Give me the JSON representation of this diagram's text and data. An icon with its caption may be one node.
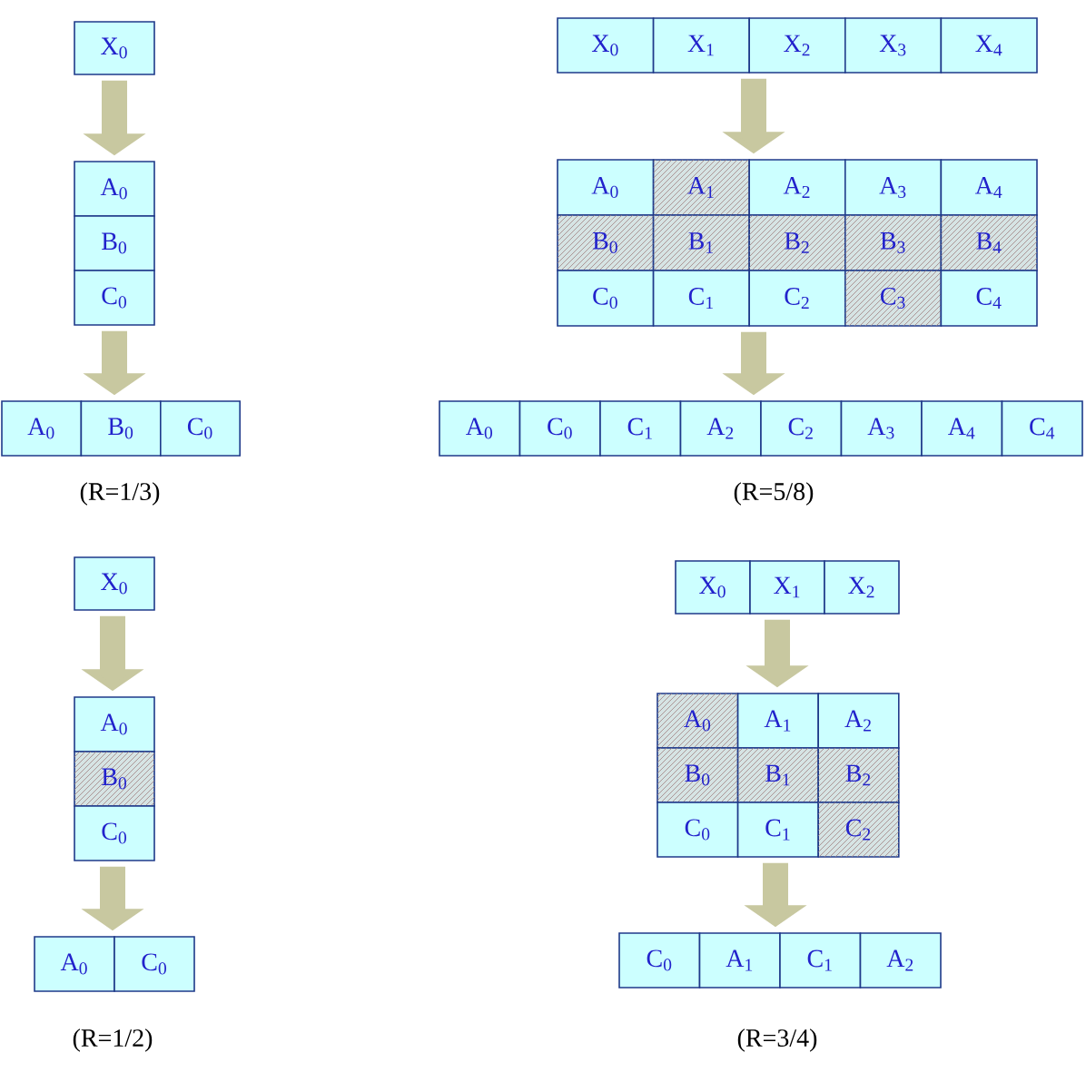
{
  "diagram": {
    "nodes": [
      {
        "text": [
          "X$_{0}$"
        ]
      },
      {
        "text": [
          "A$_{0}$"
        ]
      },
      {
        "text": [
          "B$_{0}$"
        ]
      },
      {
        "text": [
          "C$_{0}$"
        ]
      },
      {
        "text": [
          "A$_{0}$"
        ]
      },
      {
        "text": [
          "B$_{0}$"
        ]
      },
      {
        "text": [
          "C$_{0}$"
        ]
      },
      {
        "text": [
          "X$_{0}$"
        ]
      },
      {
        "text": [
          "X$_{1}$"
        ]
      },
      {
        "text": [
          "X$_{2}$"
        ]
      },
      {
        "text": [
          "X$_{3}$"
        ]
      },
      {
        "text": [
          "X$_{4}$"
        ]
      },
      {
        "text": [
          "A$_{0}$"
        ]
      },
      {
        "text": [
          "A$_{1}$"
        ]
      },
      {
        "text": [
          "A$_{2}$"
        ]
      },
      {
        "text": [
          "A$_{3}$"
        ]
      },
      {
        "text": [
          "A$_{4}$"
        ]
      },
      {
        "text": [
          "B$_{0}$"
        ]
      },
      {
        "text": [
          "B$_{1}$"
        ]
      },
      {
        "text": [
          "B$_{2}$"
        ]
      },
      {
        "text": [
          "B$_{3}$"
        ]
      },
      {
        "text": [
          "B$_{4}$"
        ]
      },
      {
        "text": [
          "C$_{0}$"
        ]
      },
      {
        "text": [
          "C$_{1}$"
        ]
      },
      {
        "text": [
          "C$_{2}$"
        ]
      },
      {
        "text": [
          "C$_{3}$"
        ]
      },
      {
        "text": [
          "C$_{4}$"
        ]
      },
      {
        "text": [
          "A$_{0}$"
        ]
      },
      {
        "text": [
          "C$_{0}$"
        ]
      },
      {
        "text": [
          "C$_{1}$"
        ]
      },
      {
        "text": [
          "A$_{2}$"
        ]
      },
      {
        "text": [
          "C$_{2}$"
        ]
      },
      {
        "text": [
          "A$_{3}$"
        ]
      },
      {
        "text": [
          "A$_{4}$"
        ]
      },
      {
        "text": [
          "C$_{4}$"
        ]
      },
      {
        "text": [
          "X$_{0}$"
        ]
      },
      {
        "text": [
          "A$_{0}$"
        ]
      },
      {
        "text": [
          "B$_{0}$"
        ]
      },
      {
        "text": [
          "C$_{0}$"
        ]
      },
      {
        "text": [
          "A$_{0}$"
        ]
      },
      {
        "text": [
          "C$_{0}$"
        ]
      },
      {
        "text": [
          "X$_{0}$"
        ]
      },
      {
        "text": [
          "X$_{1}$"
        ]
      },
      {
        "text": [
          "X$_{2}$"
        ]
      },
      {
        "text": [
          "A$_{0}$"
        ]
      },
      {
        "text": [
          "A$_{1}$"
        ]
      },
      {
        "text": [
          "A$_{2}$"
        ]
      },
      {
        "text": [
          "B$_{0}$"
        ]
      },
      {
        "text": [
          "B$_{1}$"
        ]
      },
      {
        "text": [
          "B$_{2}$"
        ]
      },
      {
        "text": [
          "C$_{0}$"
        ]
      },
      {
        "text": [
          "C$_{1}$"
        ]
      },
      {
        "text": [
          "C$_{2}$"
        ]
      },
      {
        "text": [
          "C$_{0}$"
        ]
      },
      {
        "text": [
          "A$_{1}$"
        ]
      },
      {
        "text": [
          "C$_{1}$"
        ]
      },
      {
        "text": [
          "A$_{2}$"
        ]
      }
    ],
    "edges": [
      {
        "from": 0,
        "to": 1,
        "arrow": "to"
      },
      {
        "from": 3,
        "to": 5,
        "arrow": "to"
      },
      {
        "from": 9,
        "to": 14,
        "arrow": "to"
      },
      {
        "from": 24,
        "to": 30,
        "arrow": "to"
      },
      {
        "from": 35,
        "to": 36,
        "arrow": "to"
      },
      {
        "from": 38,
        "to": 39,
        "arrow": "to"
      },
      {
        "from": 42,
        "to": 45,
        "arrow": "to"
      },
      {
        "from": 51,
        "to": 54,
        "arrow": "to"
      }
    ],
    "labels": [
      "(R=1/3)",
      "(R=5/8)",
      "(R=1/2)",
      "(R=3/4)"
    ]
  }
}
